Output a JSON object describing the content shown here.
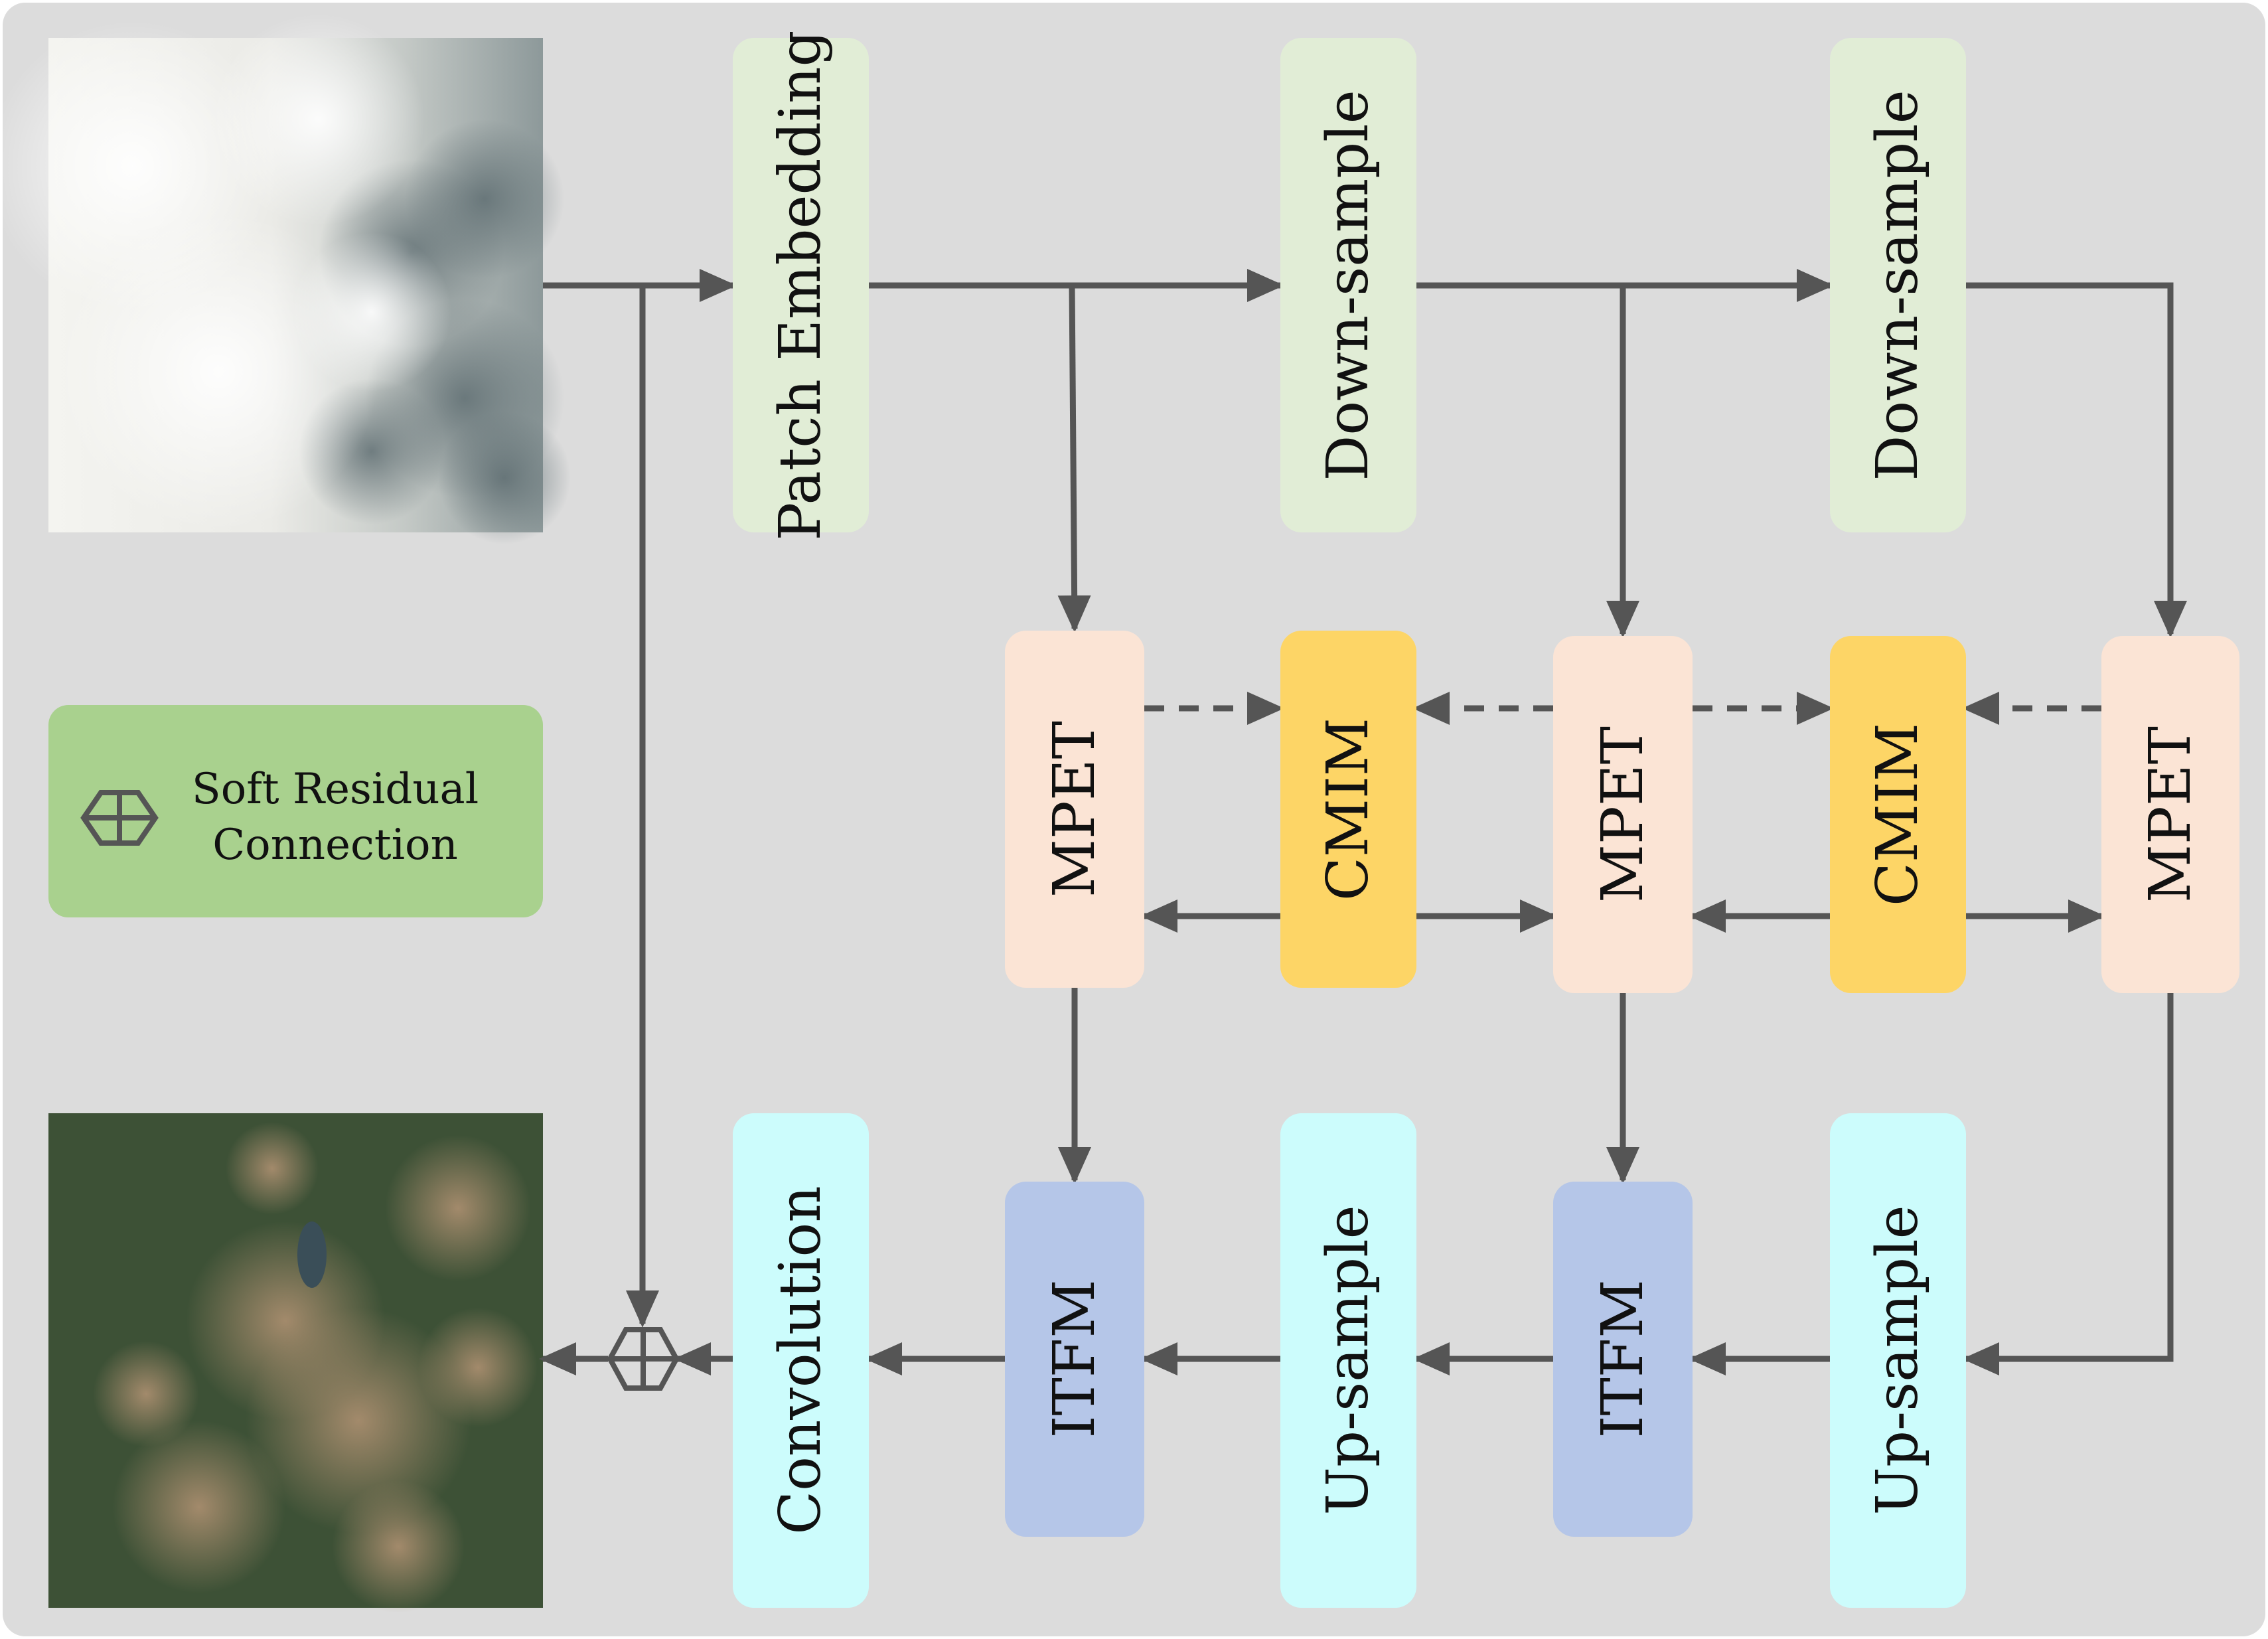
{
  "blocks": {
    "patch_embedding": "Patch Embedding",
    "down_sample_1": "Down-sample",
    "down_sample_2": "Down-sample",
    "mpet_1": "MPET",
    "mpet_2": "MPET",
    "mpet_3": "MPET",
    "cmim_1": "CMIM",
    "cmim_2": "CMIM",
    "convolution": "Convolution",
    "itfm_1": "ITFM",
    "itfm_2": "ITFM",
    "up_sample_1": "Up-sample",
    "up_sample_2": "Up-sample"
  },
  "legend": {
    "line1": "Soft Residual",
    "line2": "Connection",
    "icon": "soft-residual-hexagon-icon"
  },
  "images": {
    "input": "cloudy-satellite-image",
    "output": "cloud-free-satellite-image"
  },
  "colors": {
    "background": "#dcdcdc",
    "light_green": "#e1edd6",
    "peach": "#fbe4d5",
    "gold": "#fdd566",
    "blue": "#b5c6e8",
    "cyan": "#ccfcfc",
    "legend_green": "#a9d18e",
    "wire": "#555555"
  }
}
